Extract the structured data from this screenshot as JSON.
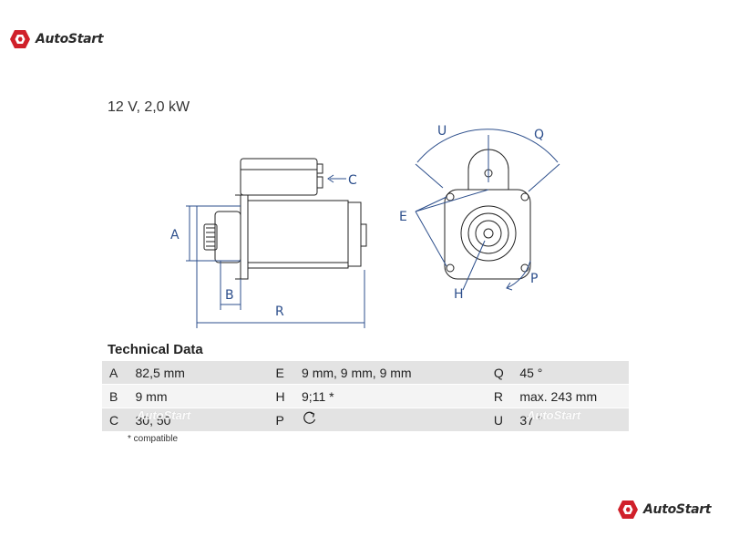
{
  "brand": {
    "name": "AutoStart",
    "accent_color": "#d0202a"
  },
  "spec_line": "12 V, 2,0 kW",
  "drawing_labels": {
    "a": "A",
    "b": "B",
    "c": "C",
    "e": "E",
    "h": "H",
    "p": "P",
    "q": "Q",
    "r": "R",
    "u": "U"
  },
  "technical_data": {
    "title": "Technical Data",
    "rows": [
      {
        "k1": "A",
        "v1": "82,5 mm",
        "k2": "E",
        "v2": "9 mm, 9 mm, 9 mm",
        "k3": "Q",
        "v3": "45 °"
      },
      {
        "k1": "B",
        "v1": "9 mm",
        "k2": "H",
        "v2": "9;11 *",
        "k3": "R",
        "v3": "max. 243 mm"
      },
      {
        "k1": "C",
        "v1": "30, 50",
        "k2": "P",
        "v2": "",
        "v2_icon": "rotation-counterclockwise-icon",
        "k3": "U",
        "v3": "37 °"
      }
    ],
    "footnote": "* compatible"
  }
}
